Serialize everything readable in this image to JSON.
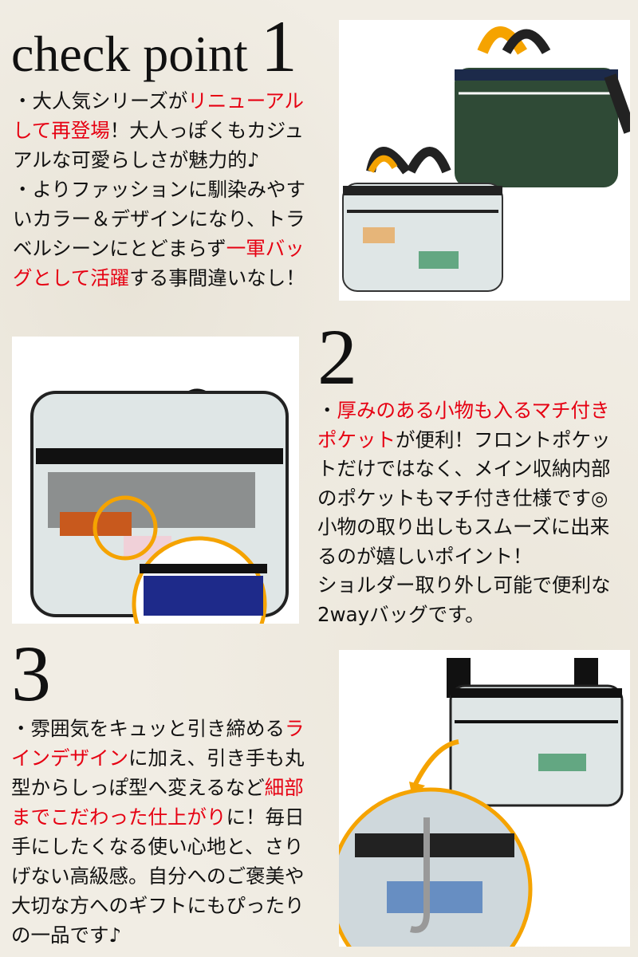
{
  "section1": {
    "heading": "check point ",
    "number": "1",
    "lines": [
      [
        {
          "t": "・大人気シリーズが"
        },
        {
          "t": "リニューアル",
          "red": true
        }
      ],
      [
        {
          "t": "して再登場",
          "red": true
        },
        {
          "t": "！大人っぽくもカジュ"
        }
      ],
      [
        {
          "t": "アルな可愛らしさが魅力的♪"
        }
      ],
      [
        {
          "t": "・よりファッションに馴染みやす"
        }
      ],
      [
        {
          "t": "いカラー＆デザインになり、トラ"
        }
      ],
      [
        {
          "t": "ベルシーンにとどまらず"
        },
        {
          "t": "一軍バッ",
          "red": true
        }
      ],
      [
        {
          "t": "グとして活躍",
          "red": true
        },
        {
          "t": "する事間違いなし！"
        }
      ]
    ]
  },
  "section2": {
    "number": "2",
    "lines": [
      [
        {
          "t": "・"
        },
        {
          "t": "厚みのある小物も入るマチ付き",
          "red": true
        }
      ],
      [
        {
          "t": "ポケット",
          "red": true
        },
        {
          "t": "が便利！フロントポケッ"
        }
      ],
      [
        {
          "t": "トだけではなく、メイン収納内部"
        }
      ],
      [
        {
          "t": "のポケットもマチ付き仕様です◎"
        }
      ],
      [
        {
          "t": "小物の取り出しもスムーズに出来"
        }
      ],
      [
        {
          "t": "るのが嬉しいポイント！"
        }
      ],
      [
        {
          "t": "ショルダー取り外し可能で便利な"
        }
      ],
      [
        {
          "t": "2wayバッグです。"
        }
      ]
    ]
  },
  "section3": {
    "number": "3",
    "lines": [
      [
        {
          "t": "・雰囲気をキュッと引き締める"
        },
        {
          "t": "ラ",
          "red": true
        }
      ],
      [
        {
          "t": "インデザイン",
          "red": true
        },
        {
          "t": "に加え、引き手も丸"
        }
      ],
      [
        {
          "t": "型からしっぽ型へ変えるなど"
        },
        {
          "t": "細部",
          "red": true
        }
      ],
      [
        {
          "t": "までこだわった仕上がり",
          "red": true
        },
        {
          "t": "に！毎日"
        }
      ],
      [
        {
          "t": "手にしたくなる使い心地と、さり"
        }
      ],
      [
        {
          "t": "げない高級感。自分へのご褒美や"
        }
      ],
      [
        {
          "t": "大切な方へのギフトにもぴったり"
        }
      ],
      [
        {
          "t": "の一品です♪"
        }
      ]
    ]
  },
  "colors": {
    "accent_red": "#e60012",
    "highlight_orange": "#f5a300",
    "bag_green": "#2f4a36",
    "bag_print": "#dfe6e6"
  }
}
